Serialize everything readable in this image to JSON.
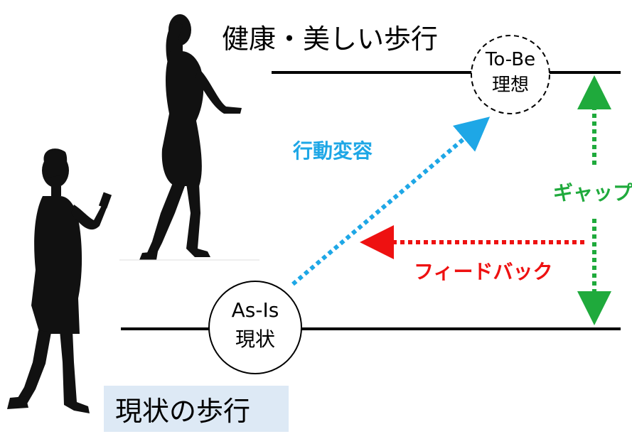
{
  "title_ideal": "健康・美しい歩行",
  "title_current": "現状の歩行",
  "to_be": {
    "line1": "To-Be",
    "line2": "理想"
  },
  "as_is": {
    "line1": "As-Is",
    "line2": "現状"
  },
  "behavior_change": "行動変容",
  "feedback": "フィードバック",
  "gap": "ギャップ",
  "colors": {
    "behavior_change": "#1ea7e6",
    "feedback": "#ee1111",
    "gap": "#1faa3c",
    "current_label_bg": "#dde9f5",
    "line": "#000000"
  }
}
